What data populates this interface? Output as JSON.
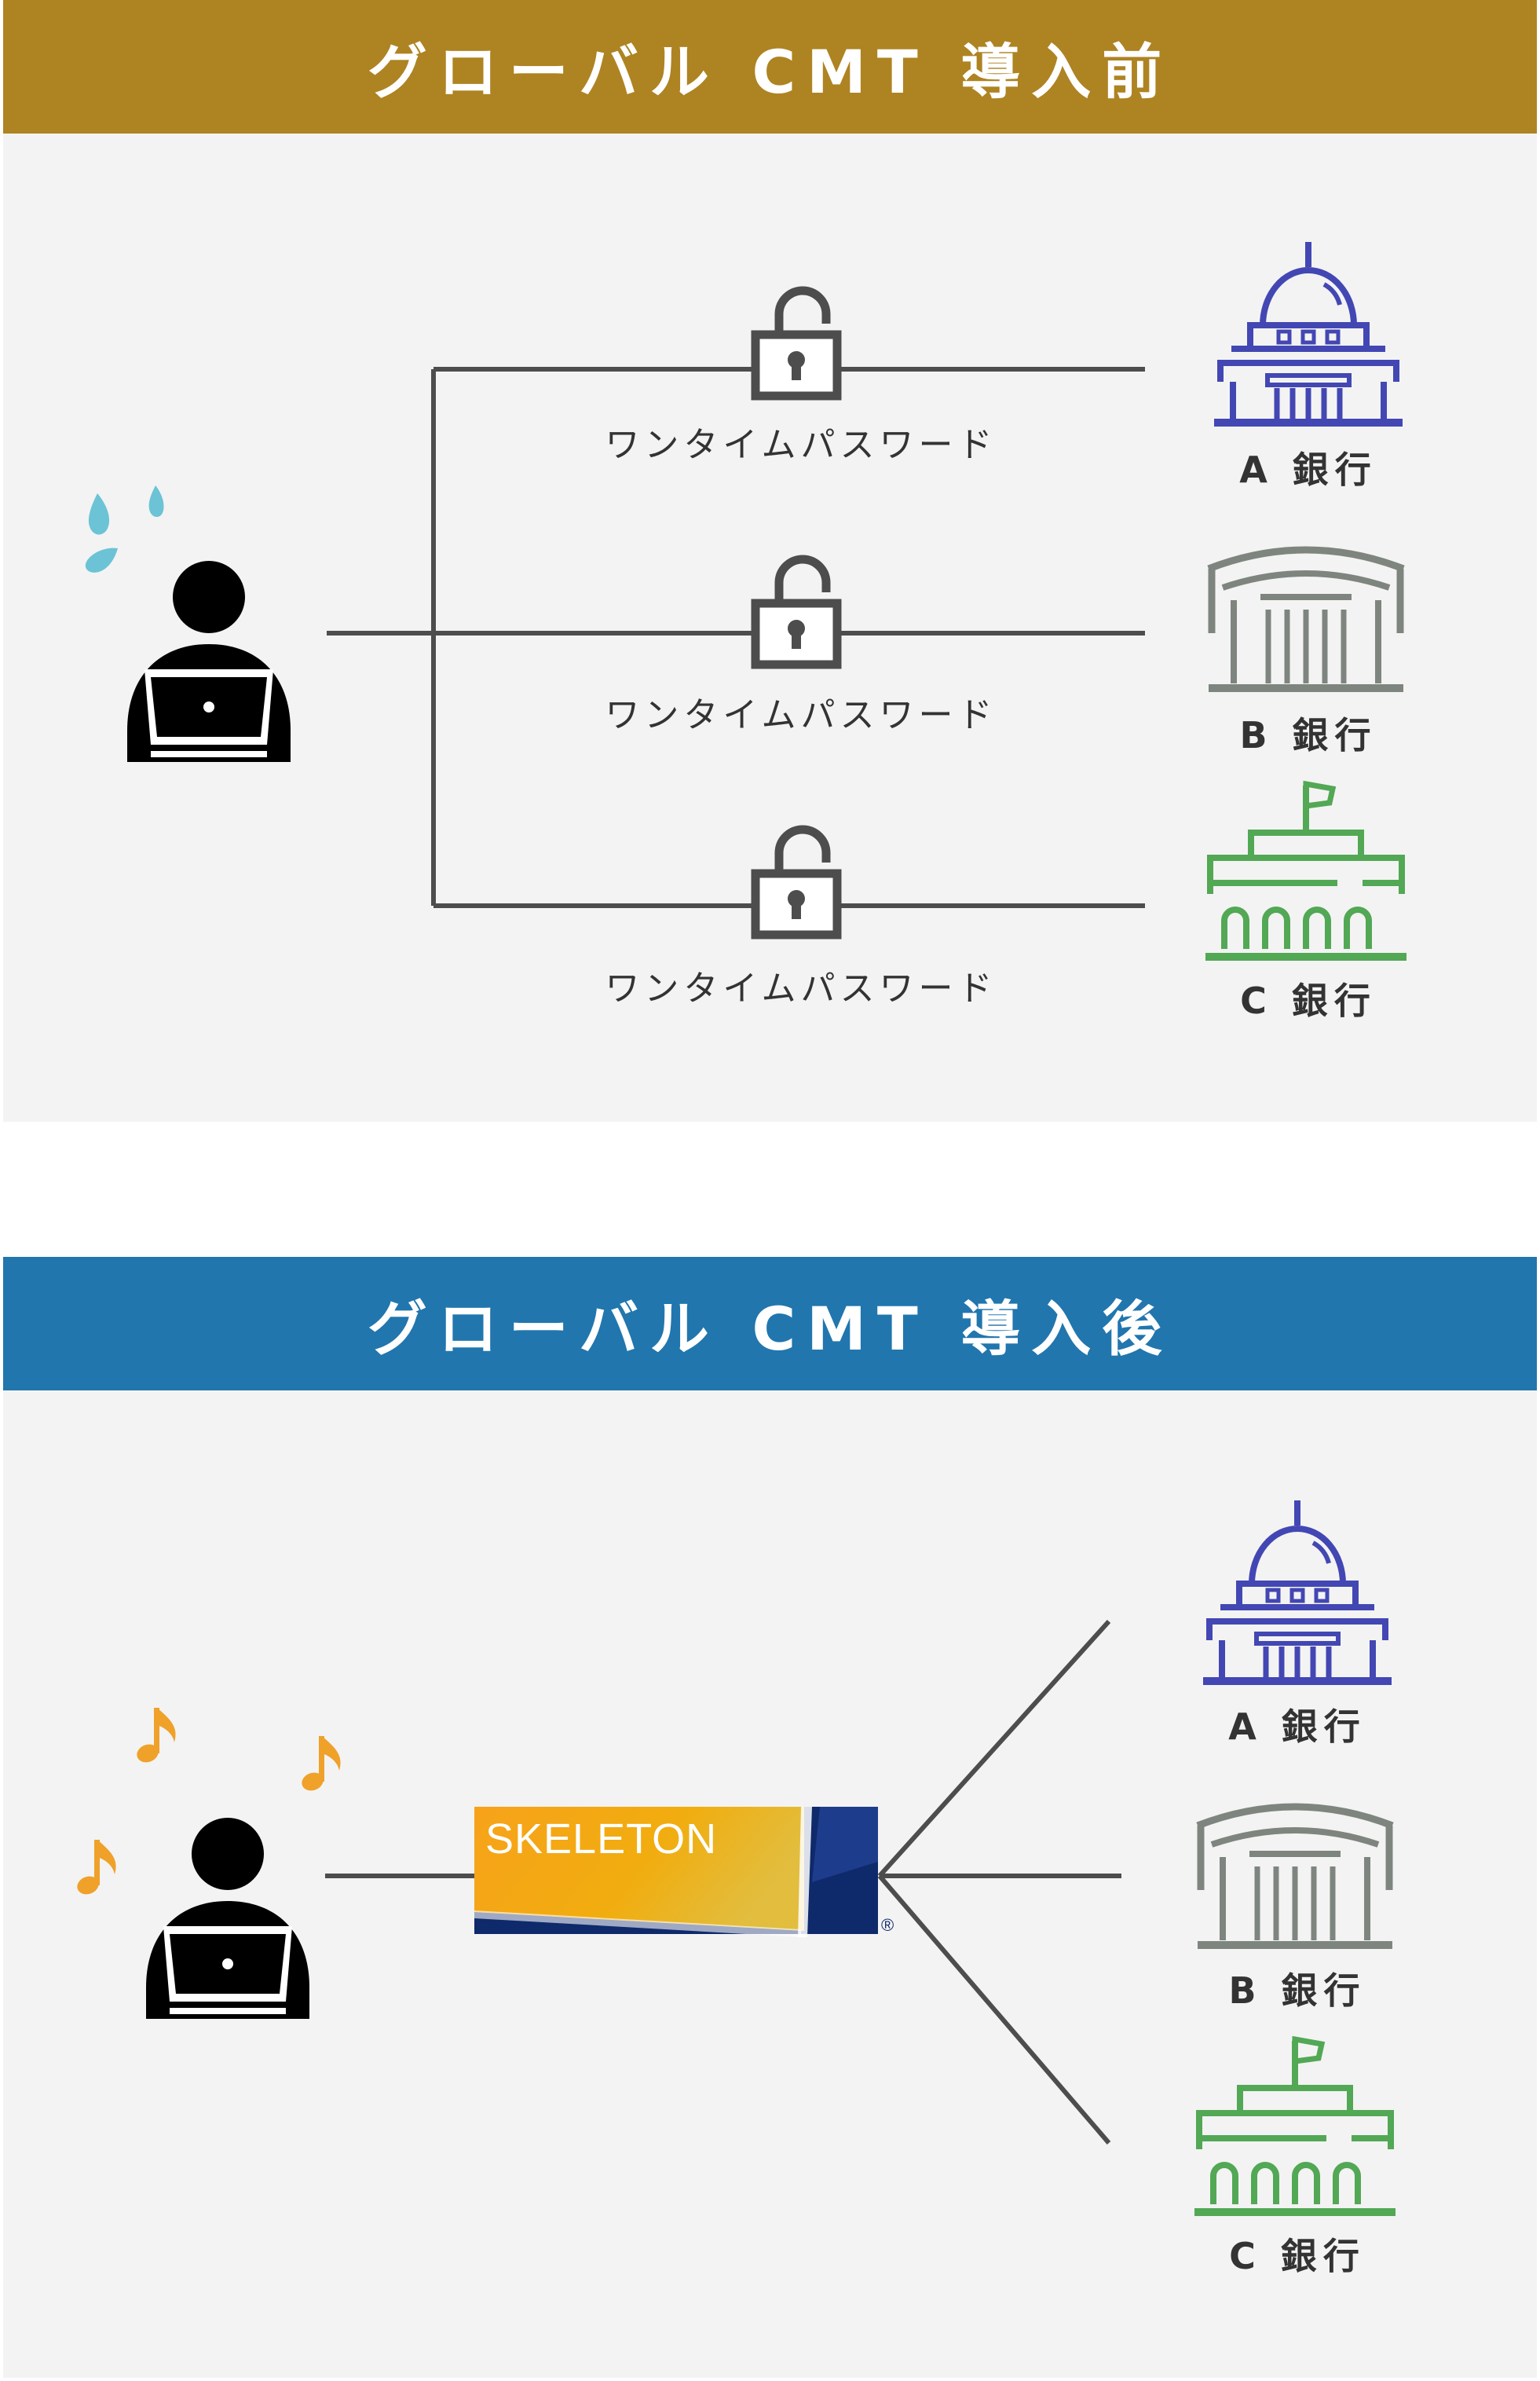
{
  "colors": {
    "before_banner": "#ae8322",
    "after_banner": "#2176ae",
    "panel_bg": "#f3f3f3",
    "line": "#4d4d4d",
    "bank_a": "#4347b3",
    "bank_b": "#7e857f",
    "bank_c": "#52a854",
    "sweat_drops": "#6cc3d6",
    "music_notes": "#efa12a",
    "skeleton_blue": "#0f2a6b",
    "skeleton_gold": "#f1ad0f"
  },
  "before": {
    "title": "グローバル CMT 導入前",
    "user_icon": "worried-user-icon",
    "connections": [
      {
        "otp_label": "ワンタイムパスワード",
        "bank_label": "A 銀行",
        "bank_icon": "bank-dome-icon"
      },
      {
        "otp_label": "ワンタイムパスワード",
        "bank_label": "B 銀行",
        "bank_icon": "bank-columns-icon"
      },
      {
        "otp_label": "ワンタイムパスワード",
        "bank_label": "C 銀行",
        "bank_icon": "bank-flag-icon"
      }
    ]
  },
  "after": {
    "title": "グローバル CMT 導入後",
    "user_icon": "happy-user-icon",
    "hub_logo_text": "SKELETON",
    "hub_registered_mark": "®",
    "banks": [
      {
        "label": "A 銀行",
        "icon": "bank-dome-icon"
      },
      {
        "label": "B 銀行",
        "icon": "bank-columns-icon"
      },
      {
        "label": "C 銀行",
        "icon": "bank-flag-icon"
      }
    ]
  }
}
